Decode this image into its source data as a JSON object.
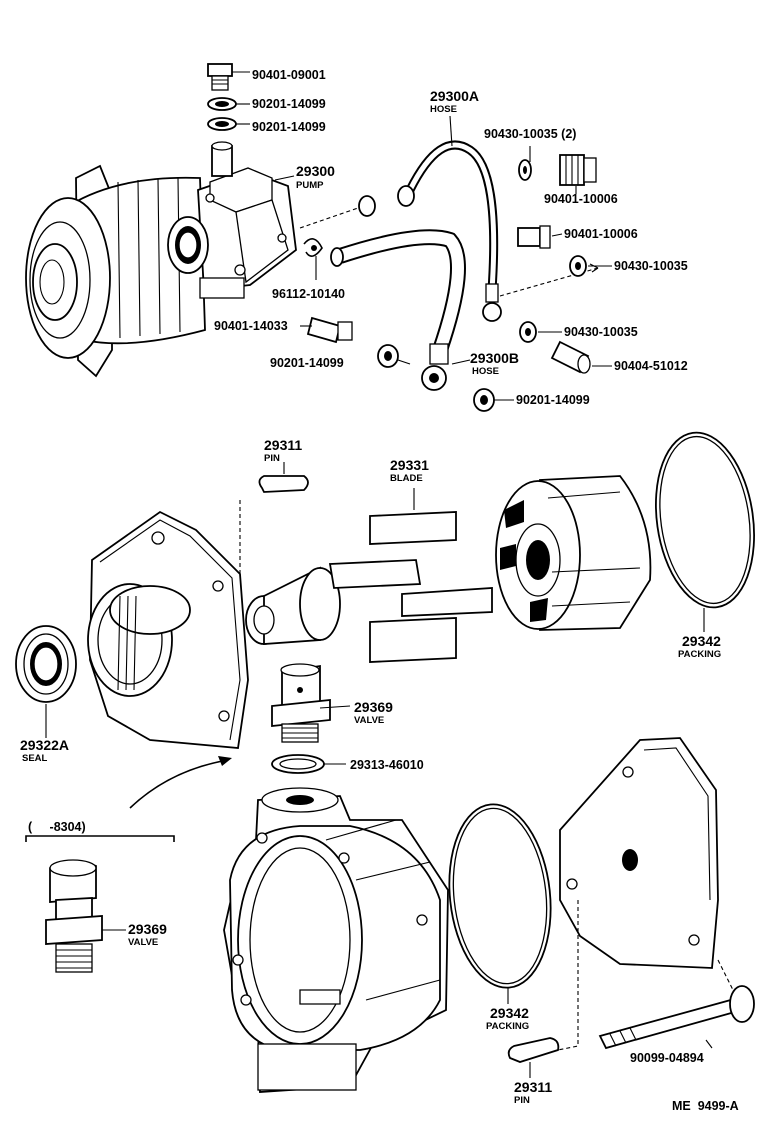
{
  "labels": {
    "p90401_09001": "90401-09001",
    "p90201_a": "90201-14099",
    "p90201_b": "90201-14099",
    "p29300": "29300",
    "pump": "PUMP",
    "p29300a": "29300A",
    "hose_a": "HOSE",
    "p90430_2": "90430-10035 (2)",
    "p90401_10006_a": "90401-10006",
    "p90401_10006_b": "90401-10006",
    "p90430_a": "90430-10035",
    "p96112": "96112-10140",
    "p90401_14033": "90401-14033",
    "p90430_b": "90430-10035",
    "p90201_c": "90201-14099",
    "p29300b": "29300B",
    "hose_b": "HOSE",
    "p90404": "90404-51012",
    "p90201_d": "90201-14099",
    "p29311_a": "29311",
    "pin_a": "PIN",
    "p29331": "29331",
    "blade": "BLADE",
    "p29342_a": "29342",
    "packing_a": "PACKING",
    "p29369_a": "29369",
    "valve_a": "VALVE",
    "p29322a": "29322A",
    "seal": "SEAL",
    "p29313": "29313-46010",
    "range": "(     -8304)",
    "p29369_b": "29369",
    "valve_b": "VALVE",
    "p29342_b": "29342",
    "packing_b": "PACKING",
    "p90099": "90099-04894",
    "p29311_b": "29311",
    "pin_b": "PIN",
    "footer": "ME  9499-A"
  }
}
